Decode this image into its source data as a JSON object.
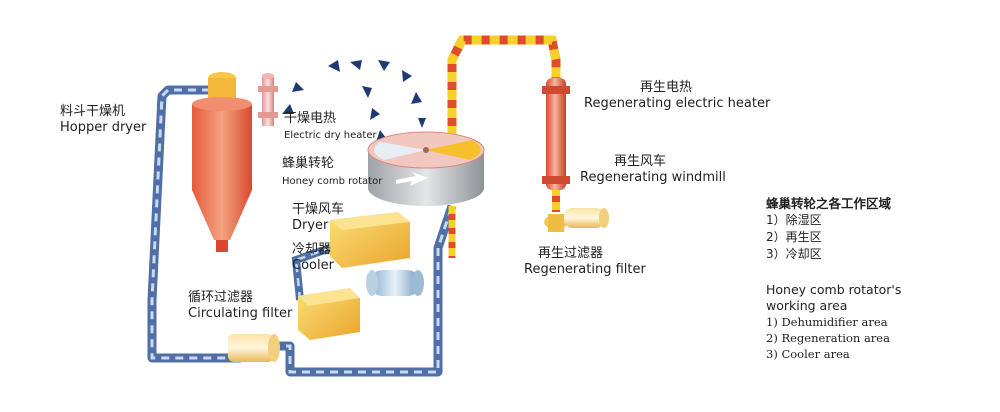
{
  "labels": {
    "hopper_dryer": {
      "zh": "料斗干燥机",
      "en": "Hopper dryer"
    },
    "electric_dry_heater": {
      "zh": "干燥电热",
      "en": "Electric dry heater"
    },
    "honeycomb_rotator": {
      "zh": "蜂巢转轮",
      "en": "Honey comb rotator"
    },
    "dryer": {
      "zh": "干燥风车",
      "en": "Dryer"
    },
    "cooler": {
      "zh": "冷却器",
      "en": "Cooler"
    },
    "circulating_filter": {
      "zh": "循环过滤器",
      "en": "Circulating filter"
    },
    "regenerating_heater": {
      "zh": "再生电热",
      "en": "Regenerating electric heater"
    },
    "regenerating_windmill": {
      "zh": "再生风车",
      "en": "Regenerating windmill"
    },
    "regenerating_filter": {
      "zh": "再生过滤器",
      "en": "Regenerating filter"
    }
  },
  "legend": {
    "zh_title": "蜂巢转轮之各工作区域",
    "zh_items": [
      "1）除湿区",
      "2）再生区",
      "3）冷却区"
    ],
    "en_title_line1": "Honey comb rotator's",
    "en_title_line2": "working area",
    "en_items": [
      "1) Dehumidifier area",
      "2) Regeneration area",
      "3) Cooler area"
    ]
  },
  "colors": {
    "process_pipe": "#5d7fb4",
    "process_pipe_stripe": "#c9daf0",
    "regen_pipe": "#e04b2c",
    "regen_pipe_stripe": "#f7d02a",
    "hopper": "#e56a4a",
    "hopper_top": "#f6c84a",
    "box_yellow": "#f4c44a",
    "heater_red": "#e0553a",
    "rotor_grey": "#a8aaae"
  }
}
